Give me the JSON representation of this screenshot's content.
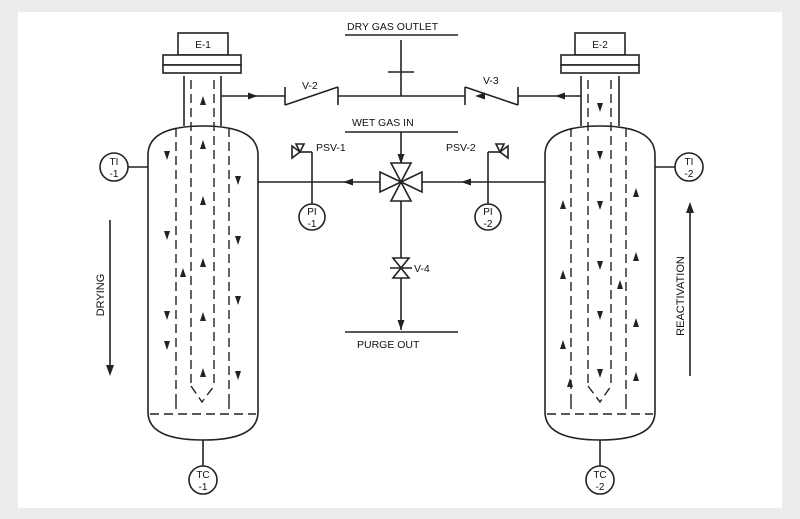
{
  "labels": {
    "dry_gas_outlet": "DRY GAS OUTLET",
    "wet_gas_in": "WET GAS IN",
    "purge_out": "PURGE OUT",
    "e1": "E-1",
    "e2": "E-2",
    "v2": "V-2",
    "v3": "V-3",
    "v4": "V-4",
    "psv1": "PSV-1",
    "psv2": "PSV-2",
    "pi1_top": "PI",
    "pi1_bottom": "-1",
    "pi2_top": "PI",
    "pi2_bottom": "-2",
    "ti1_top": "TI",
    "ti1_bottom": "-1",
    "ti2_top": "TI",
    "ti2_bottom": "-2",
    "tc1_top": "TC",
    "tc1_bottom": "-1",
    "tc2_top": "TC",
    "tc2_bottom": "-2",
    "drying": "DRYING",
    "reactivation": "REACTIVATION"
  }
}
